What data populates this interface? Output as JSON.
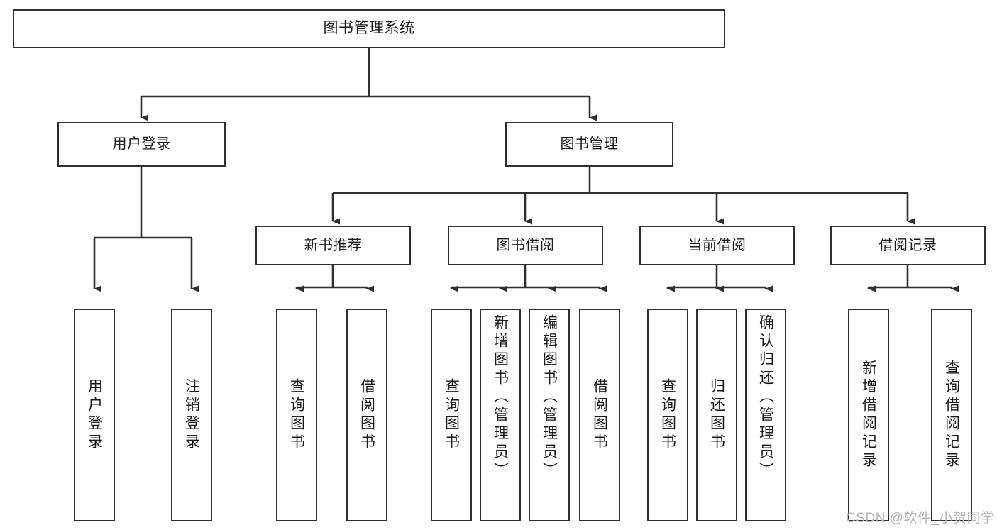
{
  "diagram": {
    "title": "图书管理系统",
    "type": "tree-hierarchy-chart",
    "watermark": "CSDN @软件_小贺同学",
    "colors": {
      "border": "#2f2f2f",
      "fill": "#ffffff",
      "text": "#1a1a1a",
      "edge": "#2f2f2f",
      "watermark": "#b4b4b4",
      "background": "#ffffff"
    },
    "nodes": {
      "root": {
        "label": "图书管理系统"
      },
      "level2": [
        {
          "label": "用户登录"
        },
        {
          "label": "图书管理"
        }
      ],
      "level3": [
        {
          "label": "新书推荐"
        },
        {
          "label": "图书借阅"
        },
        {
          "label": "当前借阅"
        },
        {
          "label": "借阅记录"
        }
      ],
      "leaves": {
        "user_login": [
          {
            "label": "用户登录"
          },
          {
            "label": "注销登录"
          }
        ],
        "new_book_recommend": [
          {
            "label": "查询图书"
          },
          {
            "label": "借阅图书"
          }
        ],
        "book_borrow": [
          {
            "label": "查询图书"
          },
          {
            "label": "新增图书（管理员）"
          },
          {
            "label": "编辑图书（管理员）"
          },
          {
            "label": "借阅图书"
          }
        ],
        "current_borrow": [
          {
            "label": "查询图书"
          },
          {
            "label": "归还图书"
          },
          {
            "label": "确认归还（管理员）"
          }
        ],
        "borrow_record": [
          {
            "label": "新增借阅记录"
          },
          {
            "label": "查询借阅记录"
          }
        ]
      }
    }
  }
}
